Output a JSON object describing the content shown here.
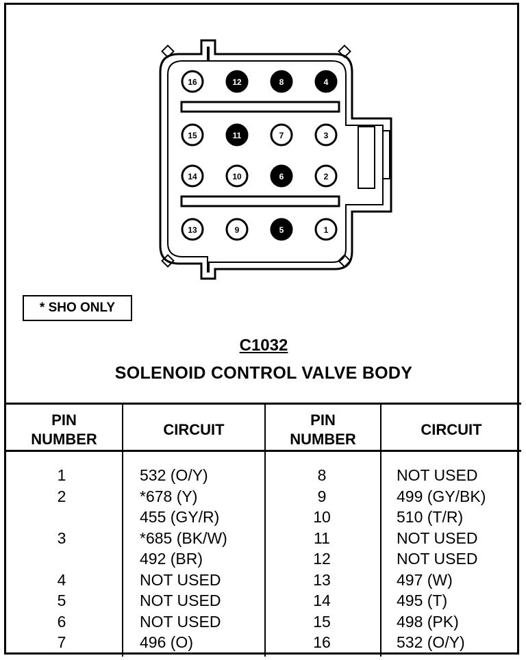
{
  "legend": {
    "label": "* SHO ONLY"
  },
  "connector": {
    "id": "C1032",
    "name": "SOLENOID CONTROL VALVE BODY",
    "pins": [
      {
        "label": "16",
        "filled": false
      },
      {
        "label": "12",
        "filled": true
      },
      {
        "label": "8",
        "filled": true
      },
      {
        "label": "4",
        "filled": true
      },
      {
        "label": "15",
        "filled": false
      },
      {
        "label": "11",
        "filled": true
      },
      {
        "label": "7",
        "filled": false
      },
      {
        "label": "3",
        "filled": false
      },
      {
        "label": "14",
        "filled": false
      },
      {
        "label": "10",
        "filled": false
      },
      {
        "label": "6",
        "filled": true
      },
      {
        "label": "2",
        "filled": false
      },
      {
        "label": "13",
        "filled": false
      },
      {
        "label": "9",
        "filled": false
      },
      {
        "label": "5",
        "filled": true
      },
      {
        "label": "1",
        "filled": false
      }
    ]
  },
  "table": {
    "headers": {
      "pin_line1": "PIN",
      "pin_line2": "NUMBER",
      "circuit": "CIRCUIT"
    },
    "left_pins": [
      "1",
      "2",
      "",
      "3",
      "",
      "4",
      "5",
      "6",
      "7"
    ],
    "left_circuits": [
      "532 (O/Y)",
      "*678 (Y)",
      "455 (GY/R)",
      "*685 (BK/W)",
      "492 (BR)",
      "NOT USED",
      "NOT USED",
      "NOT USED",
      "496 (O)"
    ],
    "right_pins": [
      "8",
      "9",
      "10",
      "11",
      "12",
      "13",
      "14",
      "15",
      "16"
    ],
    "right_circuits": [
      "NOT USED",
      "499 (GY/BK)",
      "510 (T/R)",
      "NOT USED",
      "NOT USED",
      "497 (W)",
      "495 (T)",
      "498 (PK)",
      "532 (O/Y)"
    ]
  }
}
